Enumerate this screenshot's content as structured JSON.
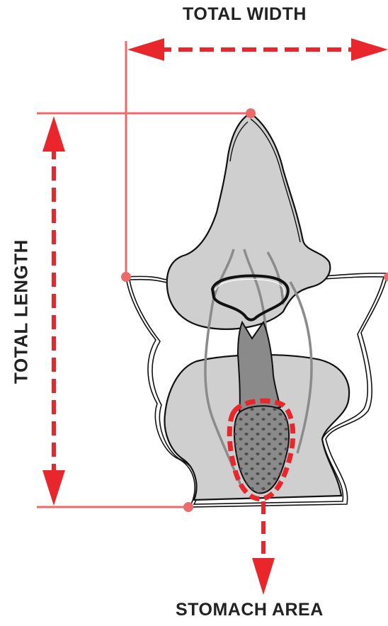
{
  "labels": {
    "total_width": "TOTAL WIDTH",
    "total_length": "TOTAL LENGTH",
    "stomach_area": "STOMACH AREA"
  },
  "colors": {
    "measure_red": "#e8262b",
    "guide_red": "#ec6a6a",
    "body_fill": "#cfcfcf",
    "gut_fill": "#8a8a8a",
    "outline": "#111111"
  }
}
